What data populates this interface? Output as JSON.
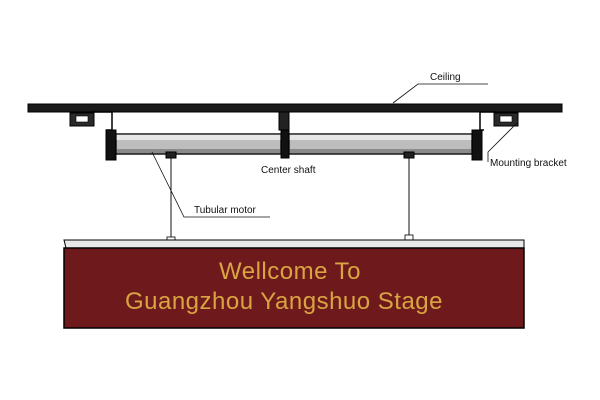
{
  "labels": {
    "ceiling": "Ceiling",
    "mounting_bracket": "Mounting bracket",
    "center_shaft": "Center shaft",
    "tubular_motor": "Tubular motor"
  },
  "sign": {
    "line1": "Wellcome To",
    "line2": "Guangzhou Yangshuo Stage"
  },
  "colors": {
    "sign_background": "#6e1a1d",
    "sign_text": "#d9a441",
    "structure": "#111111"
  }
}
